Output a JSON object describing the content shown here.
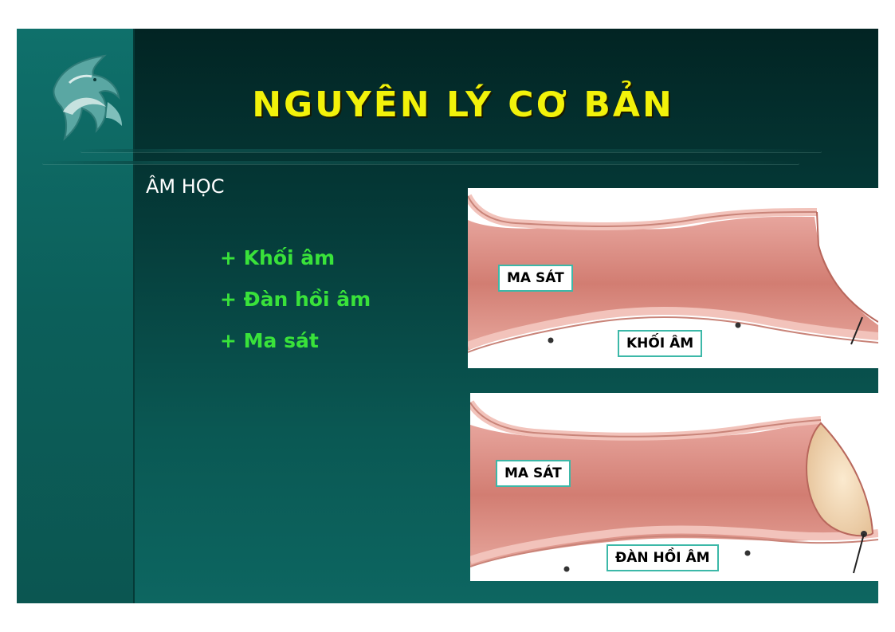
{
  "slide": {
    "title": "NGUYÊN LÝ CƠ BẢN",
    "section_label": "ÂM HỌC",
    "bullets": [
      "+ Khối âm",
      "+ Đàn hồi âm",
      "+ Ma sát"
    ]
  },
  "illustrations": [
    {
      "labels": {
        "friction": "MA SÁT",
        "mass": "KHỐI ÂM"
      }
    },
    {
      "labels": {
        "friction": "MA SÁT",
        "elastance": "ĐÀN HỒI ÂM"
      }
    }
  ],
  "colors": {
    "title": "#f2f20a",
    "bullets": "#39e23a",
    "background": "#053c3a",
    "tag_border": "#3cb8a8"
  },
  "icons": [
    "dolphin-logo-icon"
  ]
}
